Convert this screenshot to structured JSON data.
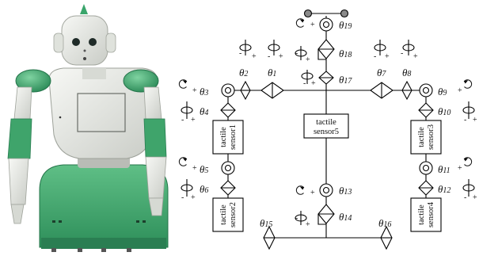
{
  "joints": [
    {
      "id": "theta1",
      "symbol": "θ",
      "index": "1"
    },
    {
      "id": "theta2",
      "symbol": "θ",
      "index": "2"
    },
    {
      "id": "theta3",
      "symbol": "θ",
      "index": "3"
    },
    {
      "id": "theta4",
      "symbol": "θ",
      "index": "4"
    },
    {
      "id": "theta5",
      "symbol": "θ",
      "index": "5"
    },
    {
      "id": "theta6",
      "symbol": "θ",
      "index": "6"
    },
    {
      "id": "theta7",
      "symbol": "θ",
      "index": "7"
    },
    {
      "id": "theta8",
      "symbol": "θ",
      "index": "8"
    },
    {
      "id": "theta9",
      "symbol": "θ",
      "index": "9"
    },
    {
      "id": "theta10",
      "symbol": "θ",
      "index": "10"
    },
    {
      "id": "theta11",
      "symbol": "θ",
      "index": "11"
    },
    {
      "id": "theta12",
      "symbol": "θ",
      "index": "12"
    },
    {
      "id": "theta13",
      "symbol": "θ",
      "index": "13"
    },
    {
      "id": "theta14",
      "symbol": "θ",
      "index": "14"
    },
    {
      "id": "theta15",
      "symbol": "θ",
      "index": "15"
    },
    {
      "id": "theta16",
      "symbol": "θ",
      "index": "16"
    },
    {
      "id": "theta17",
      "symbol": "θ",
      "index": "17"
    },
    {
      "id": "theta18",
      "symbol": "θ",
      "index": "18"
    },
    {
      "id": "theta19",
      "symbol": "θ",
      "index": "19"
    }
  ],
  "sensors": [
    {
      "id": "sensor1",
      "line1": "tactile",
      "line2": "sensor1"
    },
    {
      "id": "sensor2",
      "line1": "tactile",
      "line2": "sensor2"
    },
    {
      "id": "sensor3",
      "line1": "tactile",
      "line2": "sensor3"
    },
    {
      "id": "sensor4",
      "line1": "tactile",
      "line2": "sensor4"
    },
    {
      "id": "sensor5",
      "line1": "tactile",
      "line2": "sensor5"
    }
  ],
  "signs": {
    "plus": "+",
    "minus": "-"
  },
  "colors": {
    "robot_green": "#3aa56b",
    "robot_green_dark": "#2b8a57",
    "robot_white": "#e9ebe6",
    "link": "#000000",
    "head_ball": "#8a8a8a"
  },
  "icons": {
    "rotation": "rotation-arrow-icon",
    "revolute": "revolute-joint-circle-icon",
    "prismatic": "joint-diamond-icon"
  }
}
